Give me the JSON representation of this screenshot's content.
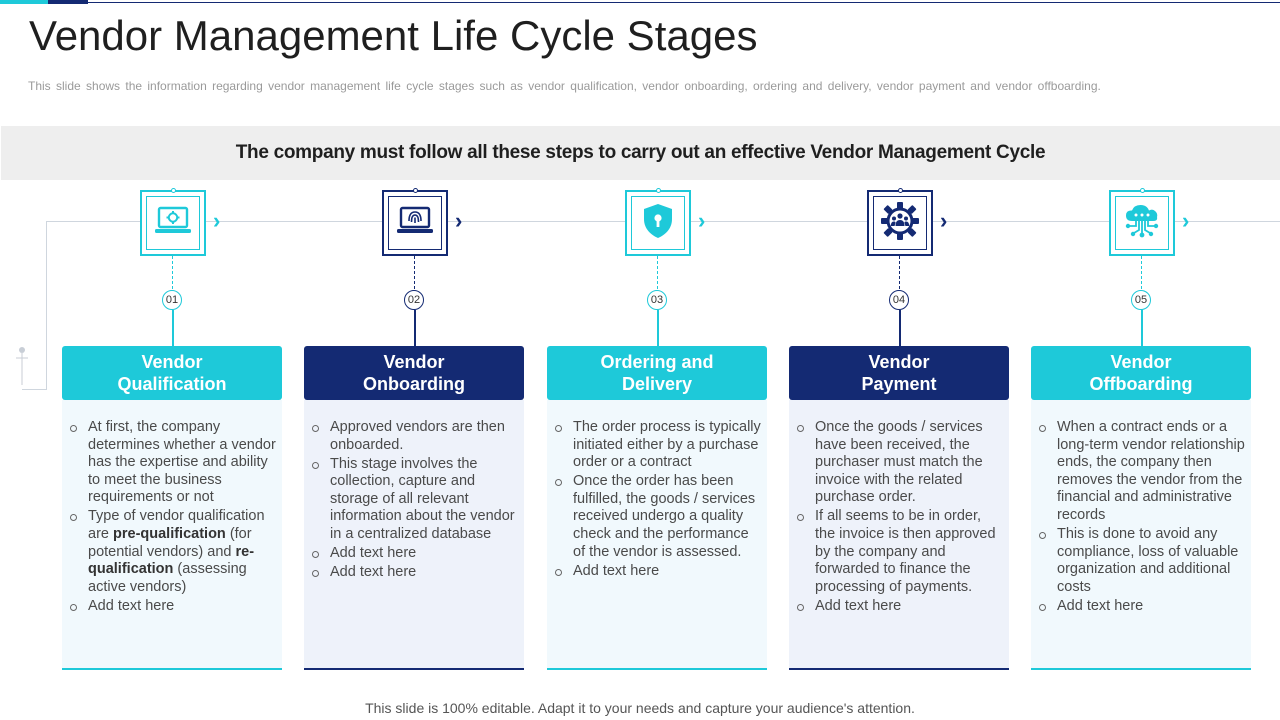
{
  "slide": {
    "title": "Vendor Management Life Cycle Stages",
    "subtitle": "This slide shows the information regarding vendor management life cycle stages such as vendor qualification, vendor onboarding, ordering and delivery, vendor payment and vendor offboarding.",
    "banner": "The company must follow all these steps to carry out an effective Vendor Management Cycle",
    "footer": "This slide is 100% editable. Adapt it to your needs and capture your audience's attention."
  },
  "colors": {
    "teal": "#1ec9d9",
    "navy": "#142a73",
    "teal_body": "#f1f9fd",
    "navy_body": "#eef2fa",
    "line": "#cfd6de"
  },
  "stages": [
    {
      "number": "01",
      "title_line1": "Vendor",
      "title_line2": "Qualification",
      "icon": "laptop-settings-icon",
      "bullets": [
        [
          "At first, the company determines whether a vendor has the expertise and ability to meet the business requirements or not"
        ],
        [
          "Type of vendor qualification are ",
          "pre-qualification",
          " (for potential vendors) and ",
          "re-qualification",
          " (assessing active vendors)"
        ],
        [
          "Add text here"
        ]
      ]
    },
    {
      "number": "02",
      "title_line1": "Vendor",
      "title_line2": "Onboarding",
      "icon": "laptop-fingerprint-icon",
      "bullets": [
        [
          "Approved vendors are then onboarded."
        ],
        [
          "This stage involves the collection, capture and storage of all relevant information about the vendor in a centralized database"
        ],
        [
          "Add text here"
        ],
        [
          "Add text here"
        ]
      ]
    },
    {
      "number": "03",
      "title_line1": "Ordering and",
      "title_line2": "Delivery",
      "icon": "shield-lock-icon",
      "bullets": [
        [
          "The order process is typically initiated either by a purchase order or a contract"
        ],
        [
          "Once the order has been fulfilled, the goods / services received undergo a quality check and the performance of the vendor is assessed."
        ],
        [
          "Add text here"
        ]
      ]
    },
    {
      "number": "04",
      "title_line1": "Vendor",
      "title_line2": "Payment",
      "icon": "team-gear-icon",
      "bullets": [
        [
          "Once the goods / services have been received, the purchaser must match the invoice with the related purchase order."
        ],
        [
          "If all seems to be in order, the invoice is then approved by the company and forwarded to finance the processing of payments."
        ],
        [
          "Add text here"
        ]
      ]
    },
    {
      "number": "05",
      "title_line1": "Vendor",
      "title_line2": "Offboarding",
      "icon": "cloud-network-icon",
      "bullets": [
        [
          "When a contract ends or a long-term vendor relationship ends, the company then removes the vendor from the financial and administrative records"
        ],
        [
          "This is done to avoid any compliance, loss of valuable organization and additional costs"
        ],
        [
          "Add text here"
        ]
      ]
    }
  ]
}
